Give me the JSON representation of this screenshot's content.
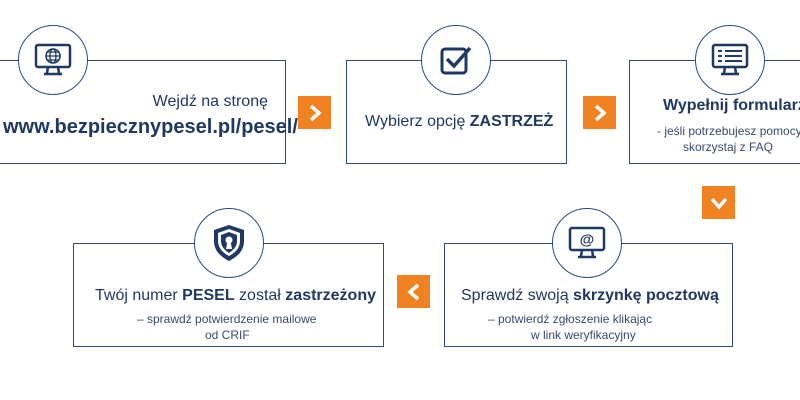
{
  "step1": {
    "text": "Wejdź na stronę",
    "url": "www.bezpiecznypesel.pl/pesel/"
  },
  "step2": {
    "text_before": "Wybierz opcję ",
    "text_bold": "ZASTRZEŻ"
  },
  "step3": {
    "title": "Wypełnij formularz",
    "sub_line1": "- jeśli potrzebujesz pomocy",
    "sub_line2": "skorzystaj z FAQ"
  },
  "step4": {
    "text_before": "Sprawdź swoją ",
    "text_bold": "skrzynkę pocztową",
    "sub_line1": "– potwierdź zgłoszenie klikając",
    "sub_line2": "w link weryfikacyjny"
  },
  "step5": {
    "text_a": "Twój numer ",
    "text_b": "PESEL",
    "text_c": " został ",
    "text_d": "zastrzeżony",
    "sub_line1": "– sprawdź potwierdzenie mailowe",
    "sub_line2": "od CRIF"
  },
  "colors": {
    "navy": "#1f3864",
    "border": "#2d4a87",
    "accent": "#f08221"
  },
  "icons": [
    "globe-monitor-icon",
    "checkbox-icon",
    "form-monitor-icon",
    "email-monitor-icon",
    "shield-lock-icon",
    "chevron-right-icon",
    "chevron-down-icon",
    "chevron-left-icon"
  ]
}
